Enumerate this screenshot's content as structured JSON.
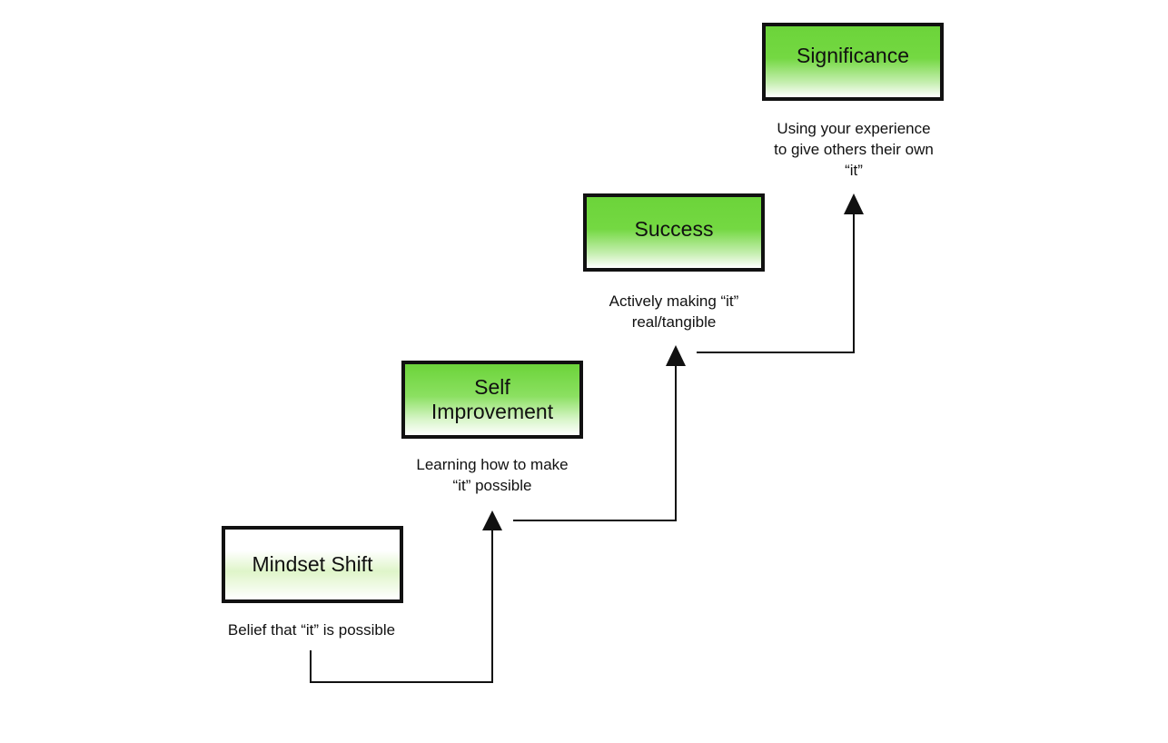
{
  "steps": [
    {
      "title": "Mindset Shift",
      "description": "Belief that “it” is possible"
    },
    {
      "title_line1": "Self",
      "title_line2": "Improvement",
      "description_line1": "Learning how to make",
      "description_line2": "“it” possible"
    },
    {
      "title": "Success",
      "description_line1": "Actively making “it”",
      "description_line2": "real/tangible"
    },
    {
      "title": "Significance",
      "description_line1": "Using your experience",
      "description_line2": "to give others their own",
      "description_line3": "“it”"
    }
  ],
  "colors": {
    "box_green": "#6cd43a",
    "border": "#111111",
    "arrow": "#111111"
  }
}
